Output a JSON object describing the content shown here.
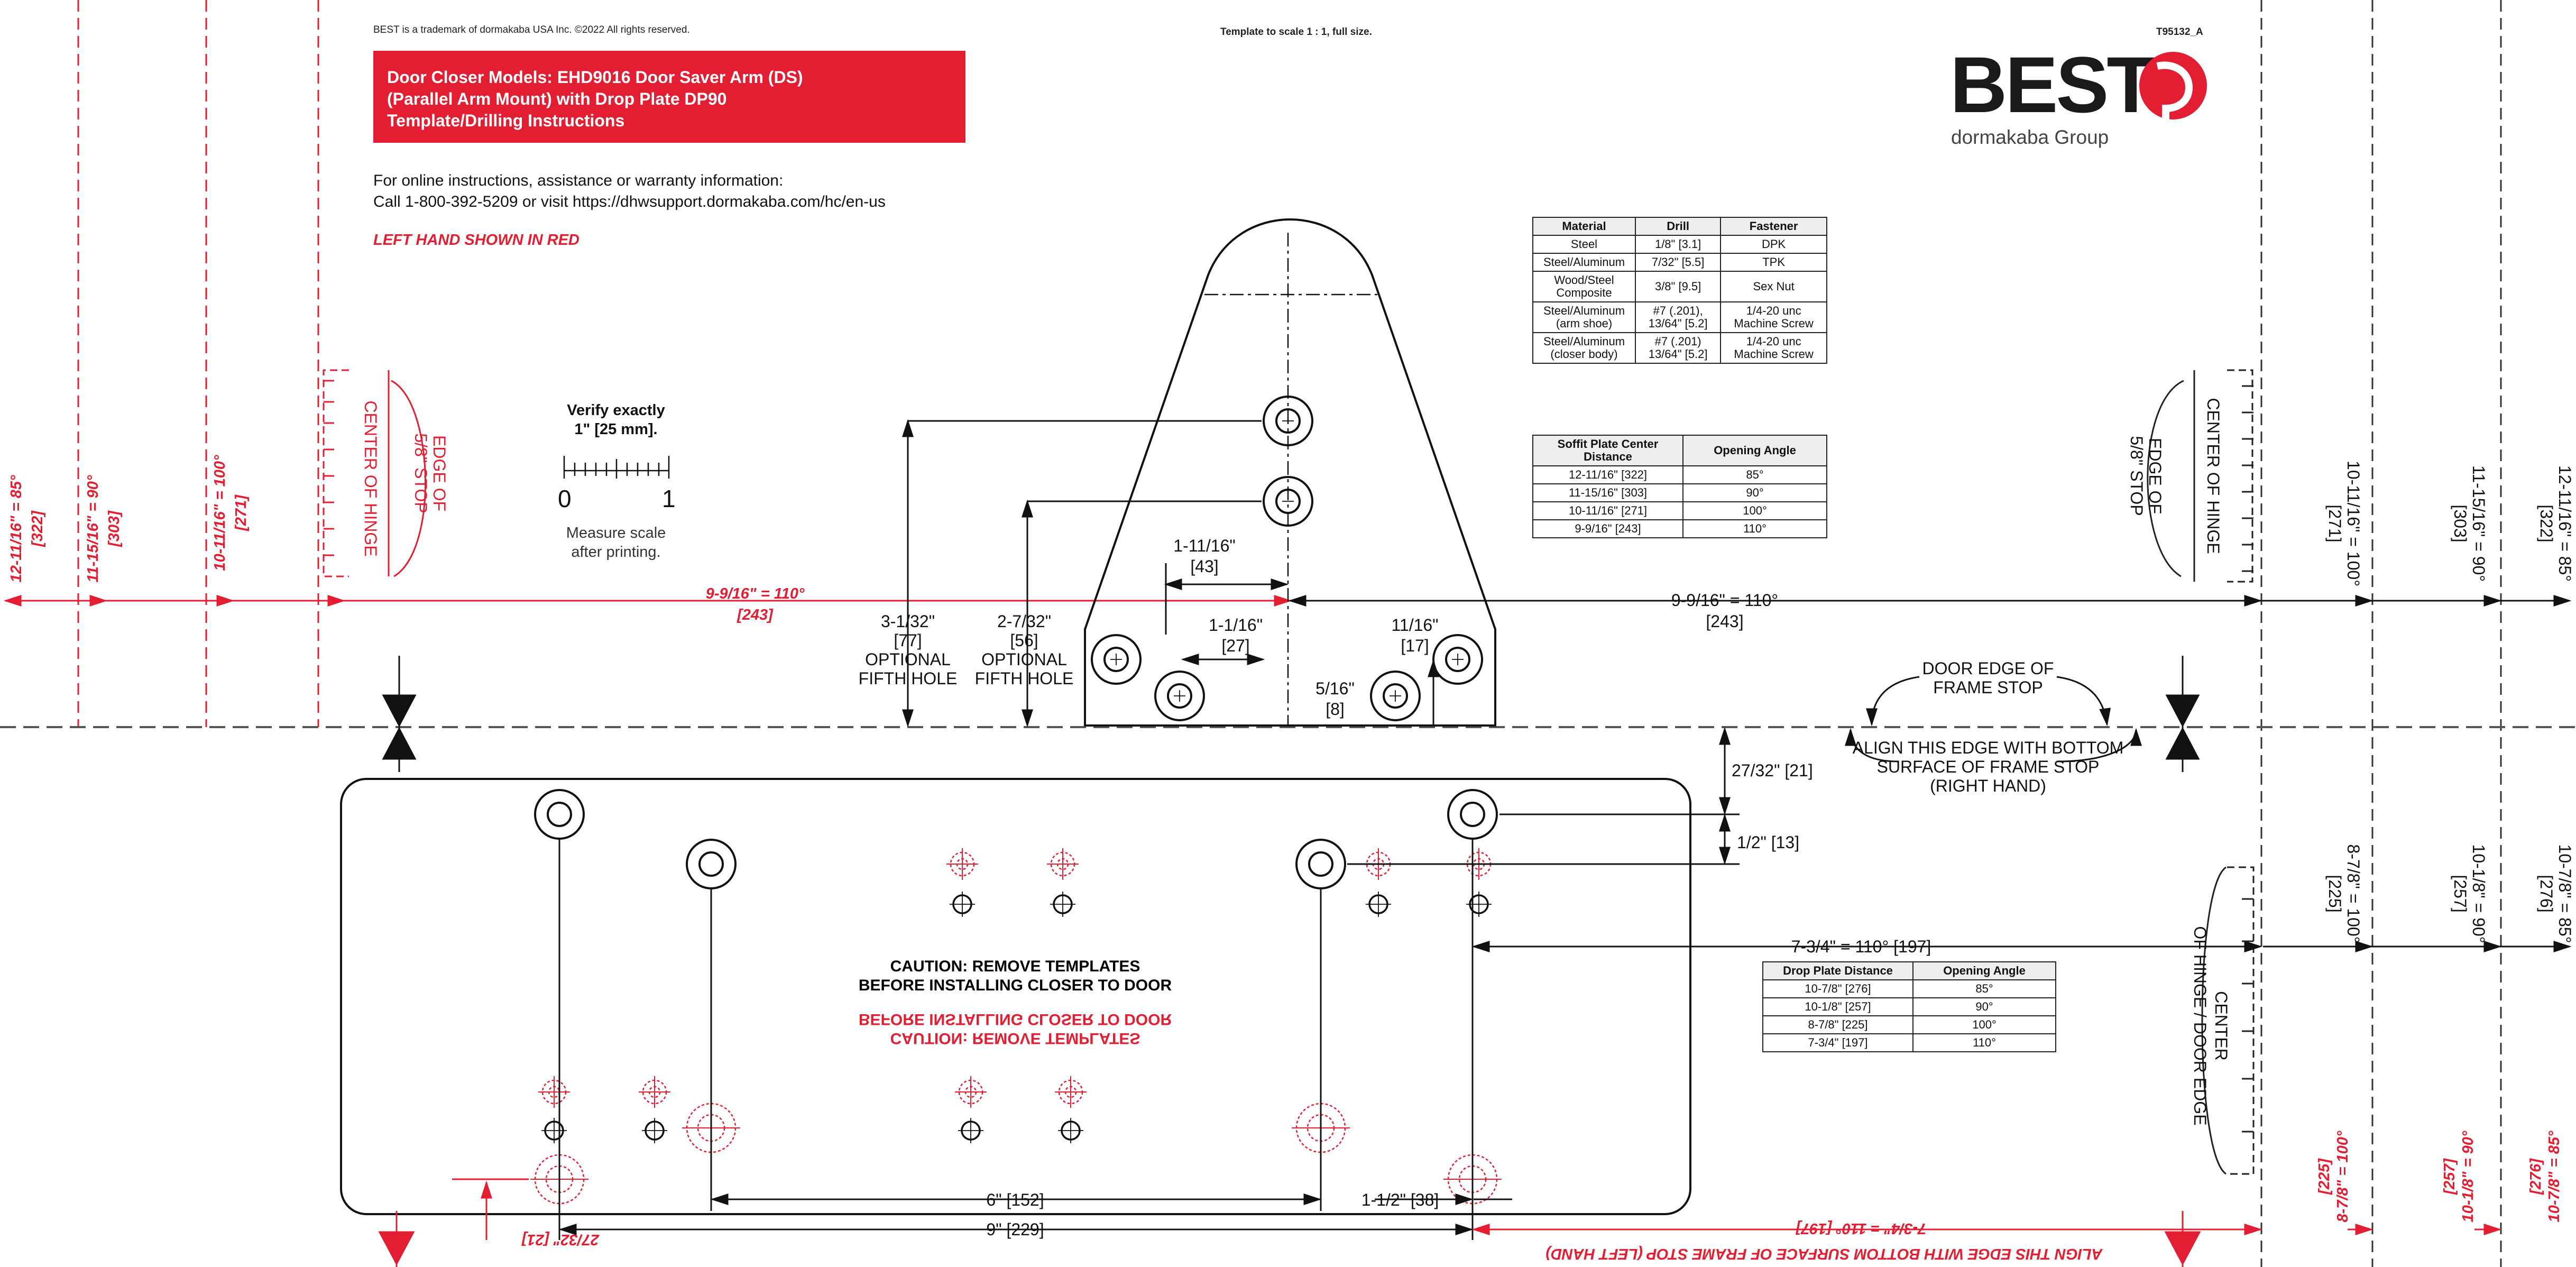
{
  "header": {
    "trademark": "BEST is a trademark of dormakaba USA Inc. ©2022 All rights reserved.",
    "scale_note": "Template to scale 1 : 1, full size.",
    "doc_code": "T95132_A",
    "title_lines": [
      "Door Closer Models:  EHD9016 Door Saver Arm (DS)",
      "(Parallel Arm Mount) with Drop Plate DP90",
      "Template/Drilling Instructions"
    ],
    "info_line1": "For online instructions, assistance or warranty information:",
    "info_line2": "Call 1-800-392-5209 or visit https://dhwsupport.dormakaba.com/hc/en-us",
    "left_hand_note": "LEFT HAND SHOWN IN RED"
  },
  "logo": {
    "wordmark": "BEST",
    "group": "dormakaba Group",
    "accent_color": "#e41e32"
  },
  "scale_check": {
    "line1": "Verify exactly",
    "line2": "1\" [25 mm].",
    "tick_start": "0",
    "tick_end": "1",
    "note1": "Measure scale",
    "note2": "after printing."
  },
  "fastener_table": {
    "headers": [
      "Material",
      "Drill",
      "Fastener"
    ],
    "rows": [
      [
        "Steel",
        "1/8\" [3.1]",
        "DPK"
      ],
      [
        "Steel/Aluminum",
        "7/32\" [5.5]",
        "TPK"
      ],
      [
        "Wood/Steel Composite",
        "3/8\" [9.5]",
        "Sex Nut"
      ],
      [
        "Steel/Aluminum (arm shoe)",
        "#7 (.201), 13/64\" [5.2]",
        "1/4-20 unc Machine Screw"
      ],
      [
        "Steel/Aluminum (closer body)",
        "#7 (.201) 13/64\" [5.2]",
        "1/4-20 unc Machine Screw"
      ]
    ]
  },
  "soffit_table": {
    "headers": [
      "Soffit Plate Center Distance",
      "Opening Angle"
    ],
    "rows": [
      [
        "12-11/16\" [322]",
        "85°"
      ],
      [
        "11-15/16\" [303]",
        "90°"
      ],
      [
        "10-11/16\" [271]",
        "100°"
      ],
      [
        "9-9/16\" [243]",
        "110°"
      ]
    ]
  },
  "drop_table": {
    "headers": [
      "Drop Plate Distance",
      "Opening Angle"
    ],
    "rows": [
      [
        "10-7/8\" [276]",
        "85°"
      ],
      [
        "10-1/8\" [257]",
        "90°"
      ],
      [
        "8-7/8\" [225]",
        "100°"
      ],
      [
        "7-3/4\" [197]",
        "110°"
      ]
    ]
  },
  "caution": {
    "line1": "CAUTION: REMOVE TEMPLATES",
    "line2": "BEFORE INSTALLING CLOSER TO DOOR"
  },
  "left_labels": {
    "d85": "12-11/16\" = 85°",
    "d85b": "[322]",
    "d90": "11-15/16\" = 90°",
    "d90b": "[303]",
    "d100": "10-11/16\" = 100°",
    "d100b": "[271]",
    "d110": "9-9/16\" = 110°",
    "d110b": "[243]",
    "hinge_center": "CENTER OF HINGE",
    "stop_edge_1": "EDGE OF",
    "stop_edge_2": "5/8\" STOP"
  },
  "right_labels": {
    "d110": "9-9/16\" = 110°",
    "d110b": "[243]",
    "d100": "10-11/16\" = 100°",
    "d100b": "[271]",
    "d90": "11-15/16\" = 90°",
    "d90b": "[303]",
    "d85": "12-11/16\" = 85°",
    "d85b": "[322]",
    "hinge_center": "CENTER OF HINGE",
    "stop_edge_1": "EDGE OF",
    "stop_edge_2": "5/8\" STOP",
    "door_edge_1": "DOOR EDGE OF",
    "door_edge_2": "FRAME STOP",
    "align_1": "ALIGN THIS EDGE WITH BOTTOM",
    "align_2": "SURFACE OF FRAME STOP",
    "align_3": "(RIGHT HAND)",
    "hinge_door_1": "CENTER",
    "hinge_door_2": "OF HINGE / DOOR EDGE",
    "drop_225": "8-7/8\" = 100°",
    "drop_225b": "[225]",
    "drop_257": "10-1/8\" = 90°",
    "drop_257b": "[257]",
    "drop_276": "10-7/8\" = 85°",
    "drop_276b": "[276]",
    "drop_197": "7-3/4\" = 110° [197]"
  },
  "arm_dims": {
    "d43": "1-11/16\"",
    "d43b": "[43]",
    "d27": "1-1/16\"",
    "d27b": "[27]",
    "d17": "11/16\"",
    "d17b": "[17]",
    "d8": "5/16\"",
    "d8b": "[8]",
    "d77a": "3-1/32\"",
    "d77b": "[77]",
    "opt1a": "OPTIONAL",
    "opt1b": "FIFTH HOLE",
    "d56a": "2-7/32\"",
    "d56b": "[56]",
    "opt2a": "OPTIONAL",
    "opt2b": "FIFTH HOLE"
  },
  "plate_dims": {
    "d21": "27/32\" [21]",
    "d13": "1/2\" [13]",
    "d152": "6\" [152]",
    "d38": "1-1/2\" [38]",
    "d229": "9\" [229]"
  },
  "red_bottom": {
    "d21": "27/32\" [21]",
    "d197": "7-3/4\" = 110° [197]",
    "align": "ALIGN THIS EDGE WITH BOTTOM SURFACE OF FRAME STOP (LEFT HAND)",
    "d225": "8-7/8\" = 100°",
    "d225b": "[225]",
    "d257": "10-1/8\" = 90°",
    "d257b": "[257]",
    "d276": "10-7/8\" = 85°",
    "d276b": "[276]"
  },
  "colors": {
    "red": "#e41e32",
    "ink": "#111111",
    "header_gray": "#eeeeee"
  }
}
